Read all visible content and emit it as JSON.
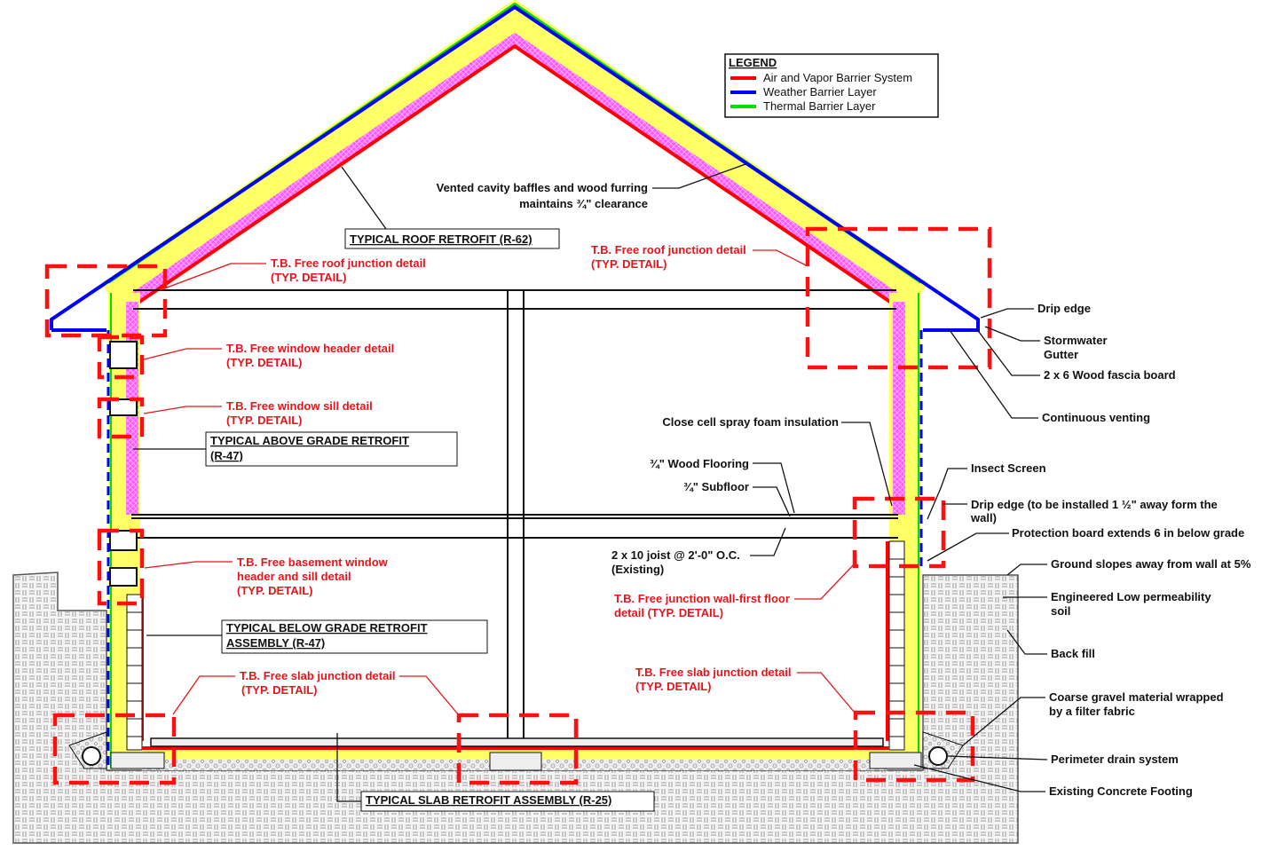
{
  "legend": {
    "title": "LEGEND",
    "items": [
      {
        "label": "Air and Vapor Barrier System",
        "color": "#ff0000"
      },
      {
        "label": "Weather Barrier Layer",
        "color": "#0000ff"
      },
      {
        "label": "Thermal Barrier Layer",
        "color": "#00e000"
      }
    ]
  },
  "colors": {
    "insulation": "#ffff66",
    "spray_foam": "#ff33ff",
    "detail_box": "#ff1010",
    "ground": "#c8c8c8"
  },
  "assembly_titles": {
    "roof": "TYPICAL ROOF RETROFIT (R-62)",
    "above_grade_1": "TYPICAL ABOVE GRADE RETROFIT",
    "above_grade_2": "(R-47)",
    "below_grade_1": "TYPICAL BELOW GRADE RETROFIT",
    "below_grade_2": "ASSEMBLY (R-47)",
    "slab": "TYPICAL SLAB RETROFIT ASSEMBLY (R-25)"
  },
  "red_labels": {
    "roof_left_1": "T.B. Free roof junction detail",
    "roof_left_2": "(TYP. DETAIL)",
    "roof_right_1": "T.B. Free roof junction detail",
    "roof_right_2": "(TYP. DETAIL)",
    "win_header_1": "T.B. Free window header detail",
    "win_header_2": "(TYP. DETAIL)",
    "win_sill_1": "T.B. Free window sill detail",
    "win_sill_2": "(TYP. DETAIL)",
    "bsmt_win_1": "T.B. Free basement window",
    "bsmt_win_2": "header  and sill detail",
    "bsmt_win_3": "(TYP. DETAIL)",
    "slab_left_1": "T.B. Free slab junction detail",
    "slab_left_2": "(TYP. DETAIL)",
    "slab_right_1": "T.B. Free slab junction detail",
    "slab_right_2": "(TYP. DETAIL)",
    "wall_floor_1": "T.B. Free junction wall-first floor",
    "wall_floor_2": "detail (TYP. DETAIL)"
  },
  "black_labels": {
    "baffles_1": "Vented cavity baffles and wood furring",
    "baffles_2": "maintains ¾\" clearance",
    "drip_edge": "Drip edge",
    "gutter_1": "Stormwater",
    "gutter_2": "Gutter",
    "fascia": "2 x 6 Wood fascia board",
    "venting": "Continuous venting",
    "spray_foam": "Close cell spray foam insulation",
    "flooring": "¾\" Wood Flooring",
    "subfloor": "¾\" Subfloor",
    "joist_1": "2 x 10 joist @ 2'-0\" O.C.",
    "joist_2": "(Existing)",
    "insect": "Insect Screen",
    "drip2_1": "Drip edge (to be installed 1 ½\" away form the",
    "drip2_2": "wall)",
    "protection": "Protection board extends 6 in below grade",
    "ground_slope": "Ground slopes away from wall at 5%",
    "soil_1": "Engineered Low permeability",
    "soil_2": "soil",
    "backfill": "Back fill",
    "gravel_1": "Coarse gravel material wrapped",
    "gravel_2": "by a filter fabric",
    "drain": "Perimeter drain system",
    "footing": "Existing Concrete Footing"
  }
}
